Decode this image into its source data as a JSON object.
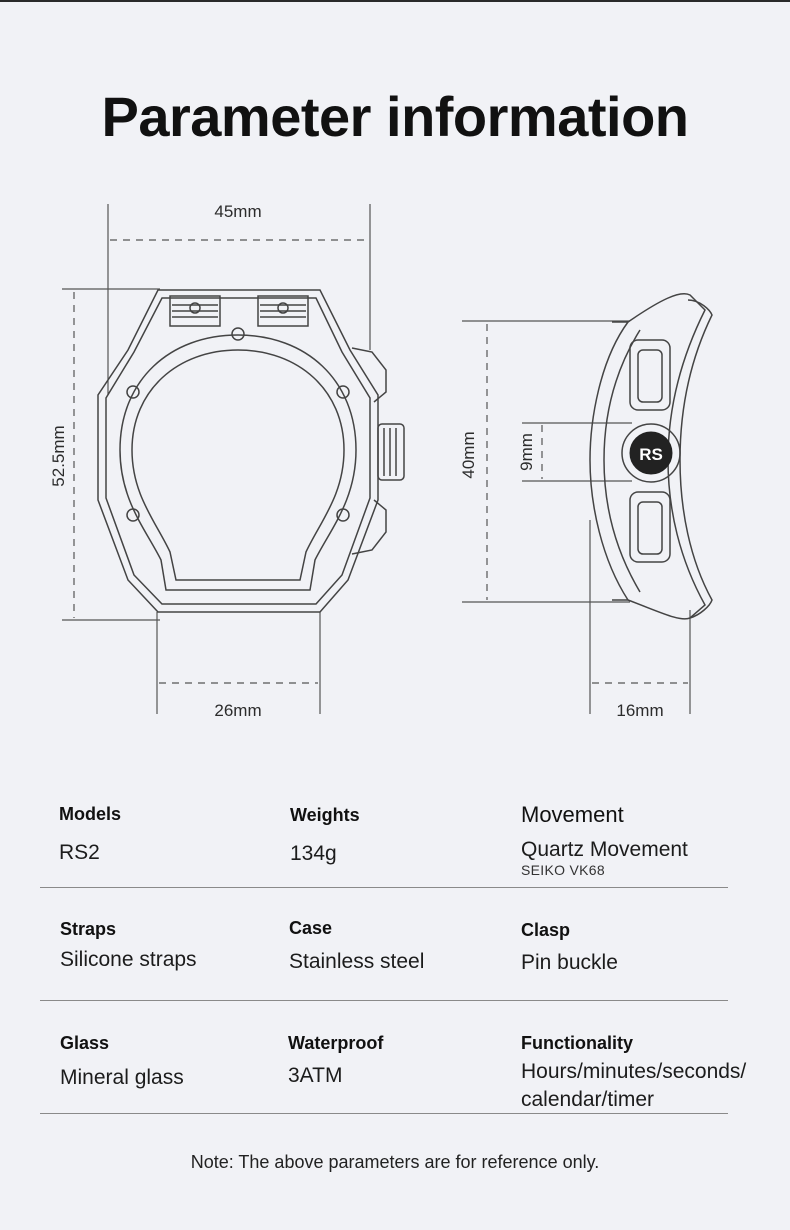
{
  "title": "Parameter information",
  "dimensions": {
    "width": "45mm",
    "height": "52.5mm",
    "strap_width": "26mm",
    "side_height": "40mm",
    "crown": "9mm",
    "thickness": "16mm"
  },
  "specs": [
    {
      "label": "Models",
      "value": "RS2"
    },
    {
      "label": "Weights",
      "value": "134g"
    },
    {
      "label": "Movement",
      "value": "Quartz Movement",
      "sub": "SEIKO VK68"
    },
    {
      "label": "Straps",
      "value": "Silicone straps"
    },
    {
      "label": "Case",
      "value": "Stainless steel"
    },
    {
      "label": "Clasp",
      "value": "Pin buckle"
    },
    {
      "label": "Glass",
      "value": "Mineral glass"
    },
    {
      "label": "Waterproof",
      "value": "3ATM"
    },
    {
      "label": "Functionality",
      "value": "Hours/minutes/seconds/",
      "value2": "calendar/timer"
    }
  ],
  "note": "Note: The above parameters are for reference only.",
  "brand_mark": "RS"
}
